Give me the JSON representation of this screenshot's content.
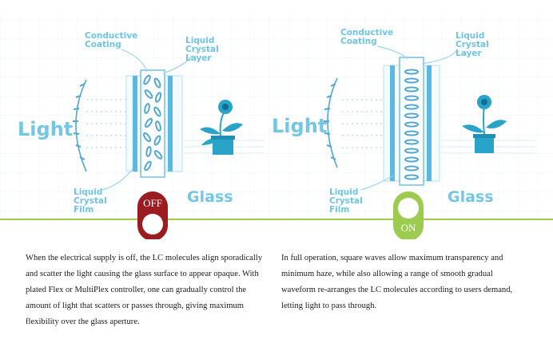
{
  "panels": {
    "off": {
      "light_label": "Light",
      "glass_label": "Glass",
      "conductive_label_1": "Conductive",
      "conductive_label_2": "Coating",
      "lc_layer_label_1": "Liquid",
      "lc_layer_label_2": "Crystal",
      "lc_layer_label_3": "Layer",
      "lc_film_label_1": "Liquid",
      "lc_film_label_2": "Crystal",
      "lc_film_label_3": "Film",
      "state_label": "OFF",
      "state_color": "#9b1c20"
    },
    "on": {
      "light_label": "Light",
      "glass_label": "Glass",
      "conductive_label_1": "Conductive",
      "conductive_label_2": "Coating",
      "lc_layer_label_1": "Liquid",
      "lc_layer_label_2": "Crystal",
      "lc_layer_label_3": "Layer",
      "lc_film_label_1": "Liquid",
      "lc_film_label_2": "Crystal",
      "lc_film_label_3": "Film",
      "state_label": "ON",
      "state_color": "#9ccb4f"
    }
  },
  "descriptions": {
    "off": "When the electrical supply is off, the LC molecules align sporadically and scatter the light causing the glass surface to appear opaque. With plated Flex or MultiPlex controller, one can gradually control the amount of light that scatters or passes through, giving maximum flexibility over the glass aperture.",
    "on": "In full operation, square waves allow maximum transparency and minimum haze, while also allowing a range of smooth gradual waveform re-arranges the LC molecules according to users demand, letting light to pass through."
  },
  "colors": {
    "diagram_blue": "#6fc4e2",
    "baseline_green": "#9ccb4f",
    "grid_line": "#eef6fa",
    "plant_teal": "#2aa3c8"
  }
}
